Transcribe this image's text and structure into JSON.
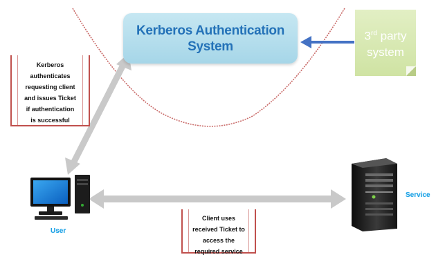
{
  "diagram": {
    "auth_system": {
      "title": "Kerberos Authentication System",
      "color": "#2472b8",
      "background": "#b4dcec"
    },
    "third_party": {
      "label_prefix": "3",
      "label_sup": "rd",
      "label_suffix": " party system",
      "background": "#d8e9b5"
    },
    "callout_client": {
      "lines": [
        "Kerberos",
        "authenticates",
        "requesting client",
        "and issues Ticket",
        "if authentication",
        "is successful"
      ],
      "border_color": "#c0504d"
    },
    "callout_service": {
      "lines": [
        "Client uses",
        "received Ticket to",
        "access the",
        "required service"
      ],
      "border_color": "#c0504d"
    },
    "user": {
      "label": "User",
      "icon": "desktop-computer-icon"
    },
    "service": {
      "label": "Service",
      "icon": "server-tower-icon"
    },
    "arrows": {
      "user_auth": {
        "style": "double-headed",
        "color": "#c8c8c8"
      },
      "user_service": {
        "style": "double-headed",
        "color": "#c8c8c8"
      },
      "thirdparty_auth": {
        "style": "single-headed",
        "color": "#4472c4"
      }
    },
    "curve_color": "#c0504d"
  }
}
